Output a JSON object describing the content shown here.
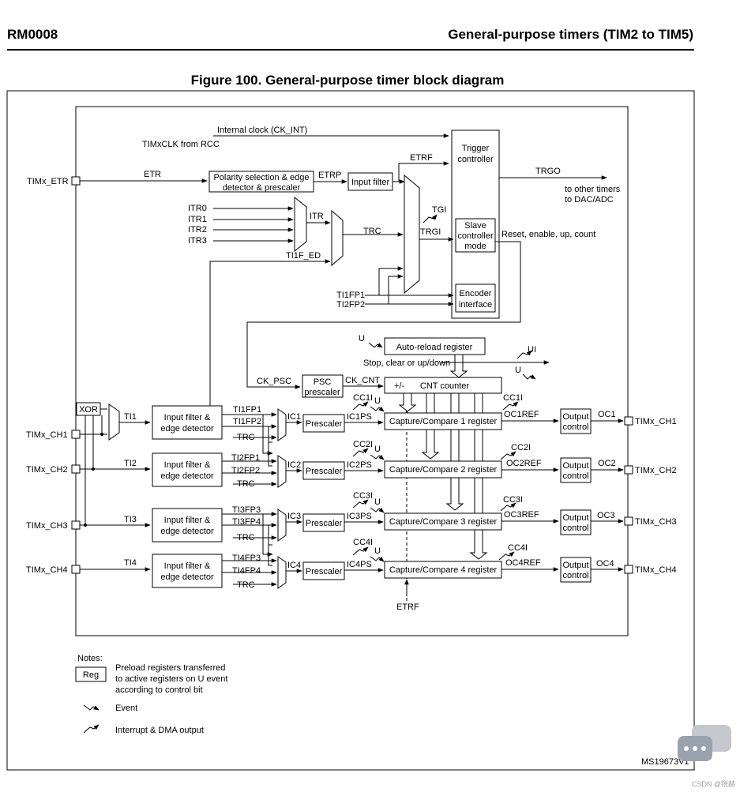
{
  "header": {
    "doc_id": "RM0008",
    "section": "General-purpose timers (TIM2 to TIM5)"
  },
  "figure": {
    "title": "Figure 100. General-purpose timer block diagram",
    "code": "MS19673V1"
  },
  "labels": {
    "internal_clock": "Internal clock (CK_INT)",
    "timxclk": "TIMxCLK from RCC",
    "trigger_l1": "Trigger",
    "trigger_l2": "controller",
    "etrf": "ETRF",
    "trgo": "TRGO",
    "other_timers_l1": "to other timers",
    "other_timers_l2": "to DAC/ADC",
    "timx_etr": "TIMx_ETR",
    "etr": "ETR",
    "polarity_l1": "Polarity selection & edge",
    "polarity_l2": "detector & prescaler",
    "etrp": "ETRP",
    "input_filter": "Input filter",
    "tgi": "TGI",
    "itr0": "ITR0",
    "itr1": "ITR1",
    "itr2": "ITR2",
    "itr3": "ITR3",
    "itr": "ITR",
    "trc": "TRC",
    "trgi": "TRGI",
    "slave_l1": "Slave",
    "slave_l2": "controller",
    "slave_l3": "mode",
    "reset_enable": "Reset, enable, up, count",
    "ti1f_ed": "TI1F_ED",
    "ti1fp1": "TI1FP1",
    "ti2fp2": "TI2FP2",
    "encoder_l1": "Encoder",
    "encoder_l2": "interface",
    "u": "U",
    "ui": "UI",
    "autoreload": "Auto-reload register",
    "stop_clear": "Stop, clear or up/down",
    "ck_psc": "CK_PSC",
    "psc_l1": "PSC",
    "psc_l2": "prescaler",
    "ck_cnt": "CK_CNT",
    "plus_minus": "+/-",
    "cnt_counter": "CNT counter",
    "xor": "XOR",
    "ti1": "TI1",
    "ti2": "TI2",
    "ti3": "TI3",
    "ti4": "TI4",
    "ifed_l1": "Input filter &",
    "ifed_l2": "edge detector",
    "timx_ch1": "TIMx_CH1",
    "timx_ch2": "TIMx_CH2",
    "timx_ch3": "TIMx_CH3",
    "timx_ch4": "TIMx_CH4",
    "ti1fp2": "TI1FP2",
    "ti2fp1": "TI2FP1",
    "ti3fp3": "TI3FP3",
    "ti3fp4": "TI3FP4",
    "ti4fp3": "TI4FP3",
    "ti4fp4": "TI4FP4",
    "ic1": "IC1",
    "ic2": "IC2",
    "ic3": "IC3",
    "ic4": "IC4",
    "prescaler": "Prescaler",
    "ic1ps": "IC1PS",
    "ic2ps": "IC2PS",
    "ic3ps": "IC3PS",
    "ic4ps": "IC4PS",
    "cc1i": "CC1I",
    "cc2i": "CC2I",
    "cc3i": "CC3I",
    "cc4i": "CC4I",
    "cc_reg1": "Capture/Compare 1 register",
    "cc_reg2": "Capture/Compare 2 register",
    "cc_reg3": "Capture/Compare 3 register",
    "cc_reg4": "Capture/Compare 4 register",
    "oc1ref": "OC1REF",
    "oc2ref": "OC2REF",
    "oc3ref": "OC3REF",
    "oc4ref": "OC4REF",
    "out_l1": "Output",
    "out_l2": "control",
    "oc1": "OC1",
    "oc2": "OC2",
    "oc3": "OC3",
    "oc4": "OC4",
    "etrf_bottom": "ETRF"
  },
  "notes": {
    "title": "Notes:",
    "reg": "Reg",
    "preload_l1": "Preload registers transferred",
    "preload_l2": "to active registers on U event",
    "preload_l3": "according to control bit",
    "event": "Event",
    "interrupt": "Interrupt & DMA output"
  },
  "watermark": "CSDN @锐赫"
}
